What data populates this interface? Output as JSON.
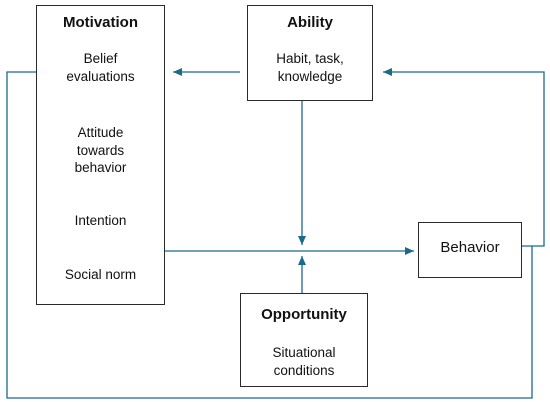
{
  "colors": {
    "arrow": "#1b6a8a",
    "border": "#2a2a2a",
    "text": "#111111"
  },
  "motivation": {
    "title": "Motivation",
    "belief_line1": "Belief",
    "belief_line2": "evaluations",
    "attitude_line1": "Attitude",
    "attitude_line2": "towards",
    "attitude_line3": "behavior",
    "intention": "Intention",
    "social_norm": "Social norm"
  },
  "ability": {
    "title": "Ability",
    "line1": "Habit, task,",
    "line2": "knowledge"
  },
  "opportunity": {
    "title": "Opportunity",
    "line1": "Situational",
    "line2": "conditions"
  },
  "behavior": {
    "label": "Behavior"
  }
}
